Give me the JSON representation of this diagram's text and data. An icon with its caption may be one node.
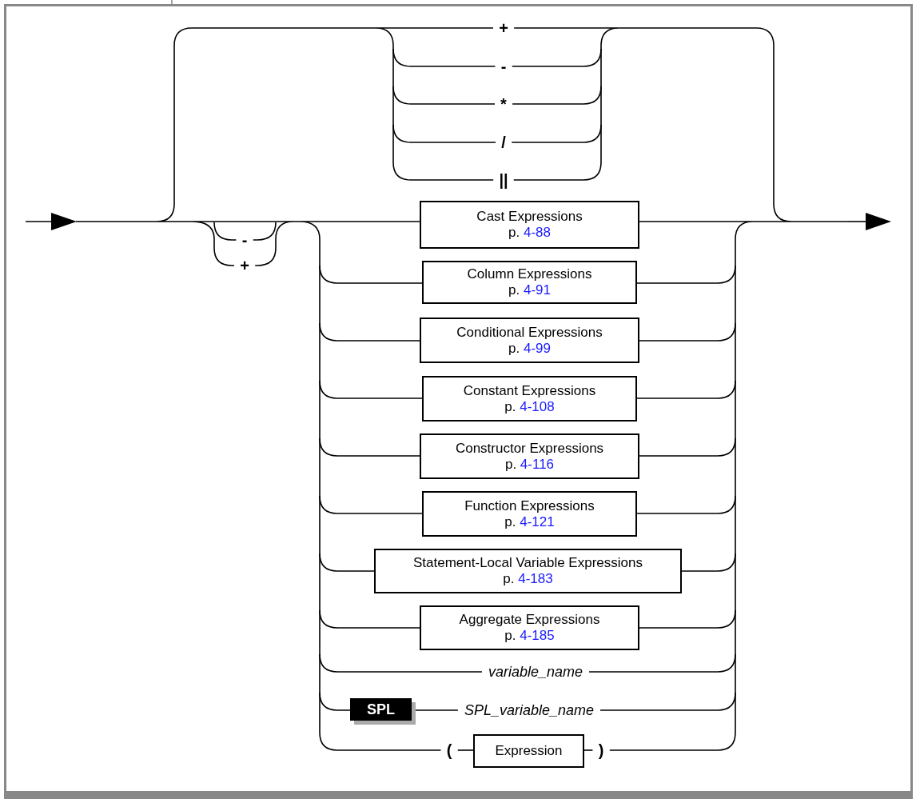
{
  "diagram": {
    "nodes": [
      {
        "text": [
          "+"
        ]
      },
      {
        "text": [
          "-"
        ]
      },
      {
        "text": [
          "*"
        ]
      },
      {
        "text": [
          "/"
        ]
      },
      {
        "text": [
          "||"
        ]
      },
      {
        "text": [
          "-"
        ]
      },
      {
        "text": [
          "+"
        ]
      },
      {
        "text": [
          "Cast Expressions",
          "p. 4-88"
        ]
      },
      {
        "text": [
          "Column Expressions",
          "p. 4-91"
        ]
      },
      {
        "text": [
          "Conditional Expressions",
          "p. 4-99"
        ]
      },
      {
        "text": [
          "Constant Expressions",
          "p. 4-108"
        ]
      },
      {
        "text": [
          "Constructor Expressions",
          "p. 4-116"
        ]
      },
      {
        "text": [
          "Function Expressions",
          "p. 4-121"
        ]
      },
      {
        "text": [
          "Statement-Local Variable Expressions",
          "p. 4-183"
        ]
      },
      {
        "text": [
          "Aggregate Expressions",
          "p. 4-185"
        ]
      },
      {
        "text": [
          "variable_name"
        ]
      },
      {
        "text": [
          "SPL"
        ]
      },
      {
        "text": [
          "SPL_variable_name"
        ]
      },
      {
        "text": [
          "("
        ]
      },
      {
        "text": [
          "Expression"
        ]
      },
      {
        "text": [
          ")"
        ]
      }
    ],
    "edges": [
      {
        "from": null,
        "to": 0,
        "arrow": "none"
      },
      {
        "from": 0,
        "to": null,
        "arrow": "none"
      },
      {
        "from": null,
        "to": 1,
        "arrow": "none"
      },
      {
        "from": 1,
        "to": null,
        "arrow": "none"
      },
      {
        "from": null,
        "to": 2,
        "arrow": "none"
      },
      {
        "from": 2,
        "to": null,
        "arrow": "none"
      },
      {
        "from": null,
        "to": 3,
        "arrow": "none"
      },
      {
        "from": 3,
        "to": null,
        "arrow": "none"
      },
      {
        "from": null,
        "to": 4,
        "arrow": "none"
      },
      {
        "from": 4,
        "to": null,
        "arrow": "none"
      },
      {
        "from": null,
        "to": 5,
        "arrow": "none"
      },
      {
        "from": 5,
        "to": null,
        "arrow": "none"
      },
      {
        "from": null,
        "to": 6,
        "arrow": "none"
      },
      {
        "from": 6,
        "to": null,
        "arrow": "none"
      },
      {
        "from": null,
        "to": 7,
        "arrow": "none"
      },
      {
        "from": 7,
        "to": null,
        "arrow": "none"
      },
      {
        "from": null,
        "to": 8,
        "arrow": "none"
      },
      {
        "from": 8,
        "to": null,
        "arrow": "none"
      },
      {
        "from": null,
        "to": 9,
        "arrow": "none"
      },
      {
        "from": 9,
        "to": null,
        "arrow": "none"
      },
      {
        "from": null,
        "to": 10,
        "arrow": "none"
      },
      {
        "from": 10,
        "to": null,
        "arrow": "none"
      },
      {
        "from": null,
        "to": 11,
        "arrow": "none"
      },
      {
        "from": 11,
        "to": null,
        "arrow": "none"
      },
      {
        "from": null,
        "to": 12,
        "arrow": "none"
      },
      {
        "from": 12,
        "to": null,
        "arrow": "none"
      },
      {
        "from": null,
        "to": 13,
        "arrow": "none"
      },
      {
        "from": 13,
        "to": null,
        "arrow": "none"
      },
      {
        "from": null,
        "to": 14,
        "arrow": "none"
      },
      {
        "from": 14,
        "to": null,
        "arrow": "none"
      },
      {
        "from": null,
        "to": 15,
        "arrow": "none"
      },
      {
        "from": 15,
        "to": null,
        "arrow": "none"
      },
      {
        "from": null,
        "to": 16,
        "arrow": "none"
      },
      {
        "from": 16,
        "to": 17,
        "arrow": "none"
      },
      {
        "from": 17,
        "to": null,
        "arrow": "none"
      },
      {
        "from": null,
        "to": 18,
        "arrow": "none"
      },
      {
        "from": 18,
        "to": 19,
        "arrow": "none"
      },
      {
        "from": 19,
        "to": 20,
        "arrow": "none"
      },
      {
        "from": 20,
        "to": null,
        "arrow": "none"
      }
    ]
  }
}
